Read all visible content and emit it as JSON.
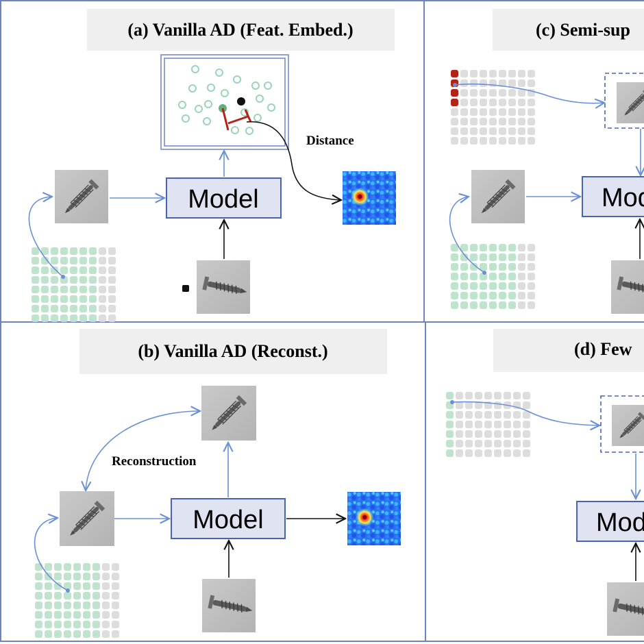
{
  "panels": {
    "a": {
      "title": "(a) Vanilla AD (Feat. Embed.)",
      "label_distance": "Distance",
      "model": "Model"
    },
    "b": {
      "title": "(b) Vanilla AD (Reconst.)",
      "label_reconstruction": "Reconstruction",
      "model": "Model"
    },
    "c": {
      "title": "(c) Semi-sup",
      "model": "Mod"
    },
    "d": {
      "title": "(d) Few",
      "model": "Mod"
    }
  },
  "colors": {
    "frame": "#6f82c2",
    "arrow_blue": "#6b8fd6",
    "model_fill": "#dfe3f2",
    "model_stroke": "#4a63b0",
    "title_bg": "#efefef",
    "grid_green": "#bfe3cc",
    "grid_gray": "#dddddd",
    "anomaly_red": "#b42318",
    "embed_green": "#5fb27f"
  }
}
